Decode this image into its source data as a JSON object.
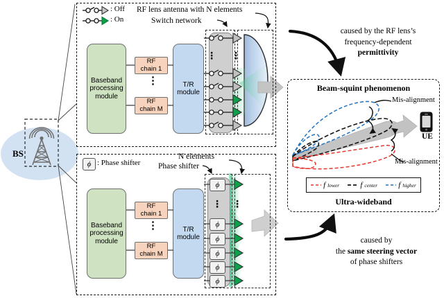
{
  "figure": {
    "bs_label": "BS",
    "ue_label": "UE"
  },
  "legend_top": {
    "off_label": ": Off",
    "on_label": ": On",
    "off_icon": "switch-open-antenna-icon",
    "on_icon": "switch-closed-antenna-icon"
  },
  "legend_bottom": {
    "symbol": "ϕ",
    "label": ": Phase shifter",
    "icon": "phase-shifter-icon"
  },
  "panel_top": {
    "title_antenna": "RF lens antenna with N elements",
    "title_switch": "Switch network",
    "baseband_label": "Baseband\nprocessing\nmodule",
    "baseband_lines": [
      "Baseband",
      "processing",
      "module"
    ],
    "rf_chain_first": [
      "RF",
      "chain 1"
    ],
    "rf_chain_last": [
      "RF",
      "chain M"
    ],
    "tr_lines": [
      "T/R",
      "module"
    ],
    "vertical_dots": "⋮",
    "switch_count": 6,
    "antenna_states": [
      "off",
      "off",
      "off",
      "on",
      "on",
      "off"
    ]
  },
  "panel_bottom": {
    "title_elements": "N elements",
    "title_phase_shifter": "Phase shifter",
    "baseband_lines": [
      "Baseband",
      "processing",
      "module"
    ],
    "rf_chain_first": [
      "RF",
      "chain 1"
    ],
    "rf_chain_last": [
      "RF",
      "chain M"
    ],
    "tr_lines": [
      "T/R",
      "module"
    ],
    "vertical_dots": "⋮",
    "ps_count": 6,
    "ps_symbol": "ϕ",
    "antenna_states": [
      "on",
      "on",
      "on",
      "on",
      "on",
      "on"
    ]
  },
  "callout_top": {
    "line1": "caused by the RF lens’s",
    "line2": "frequency-dependent",
    "line3": "permittivity"
  },
  "callout_bottom": {
    "line1": "caused by",
    "line2_plain": "the ",
    "line2_bold": "same steering vector",
    "line3": "of phase shifters"
  },
  "beam_panel": {
    "title": "Beam-squint phenomenon",
    "footer": "Ultra-wideband",
    "misalignment_top": "Mis-alignment",
    "misalignment_bottom": "Mis-alignment",
    "legend": [
      {
        "name": "f_lower",
        "text_main": "f",
        "text_sub": "lower",
        "color": "#e8352c",
        "dash": "4,3"
      },
      {
        "name": "f_center",
        "text_main": "f",
        "text_sub": "center",
        "color": "#141414",
        "dash": "5,3"
      },
      {
        "name": "f_higher",
        "text_main": "f",
        "text_sub": "higher",
        "color": "#1d74c4",
        "dash": "4,3"
      }
    ]
  },
  "colors": {
    "baseband": "#cfe3c2",
    "rf_chain": "#f7d3bd",
    "tr_module": "#c2d9f0",
    "switch_panel": "#cfcfcf",
    "antenna_on": "#0aa24a",
    "antenna_off": "#b4b4b4",
    "lens_blue": "#b9cfeb",
    "bs_ellipse": "#d3e2f2",
    "beam_fill": "#c6c6c6",
    "f_lower": "#e8352c",
    "f_center": "#141414",
    "f_higher": "#1d74c4"
  }
}
